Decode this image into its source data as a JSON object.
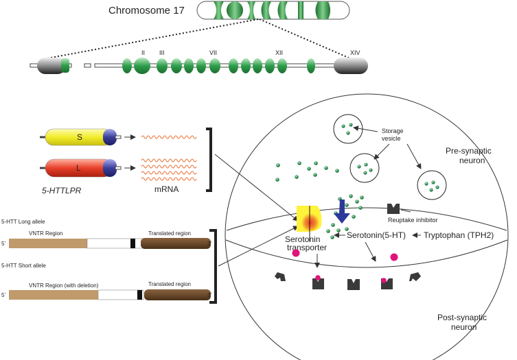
{
  "chromosome": {
    "title": "Chromosome 17",
    "exon_labels": [
      "II",
      "III",
      "VII",
      "XII",
      "XIV"
    ]
  },
  "promoter": {
    "s_label": "S",
    "l_label": "L",
    "caption": "5-HTTLPR",
    "mrna_label": "mRNA"
  },
  "alleles": {
    "long_title": "5-HTT Long allele",
    "short_title": "5-HTT Short allele",
    "vntr_long": "VNTR Region",
    "vntr_short": "VNTR Region (with deletion)",
    "translated": "Translated region",
    "five_prime": "5'",
    "three_prime": "3'"
  },
  "synapse": {
    "storage_vesicle_line1": "Storage",
    "storage_vesicle_line2": "vesicle",
    "pre_line1": "Pre-synaptic",
    "pre_line2": "neuron",
    "reuptake_inhibitor": "Reuptake inhibitor",
    "transporter_line1": "Serotonin",
    "transporter_line2": "transporter",
    "serotonin": "Serotonin(5-HT)",
    "tryptophan": "Tryptophan (TPH2)",
    "post_line1": "Post-synaptic",
    "post_line2": "neuron"
  },
  "colors": {
    "exon_green": "#2e9e4a",
    "vntr_tan": "#c09a6b",
    "translated_brown": "#6b4a2b",
    "s_yellow": "#f2ec2a",
    "l_red": "#e8402a",
    "cap_blue": "#3b3f9a",
    "arrow_blue": "#2b3a99",
    "serotonin_dot": "#2e8a4f",
    "receptor_pink": "#e0147a"
  }
}
